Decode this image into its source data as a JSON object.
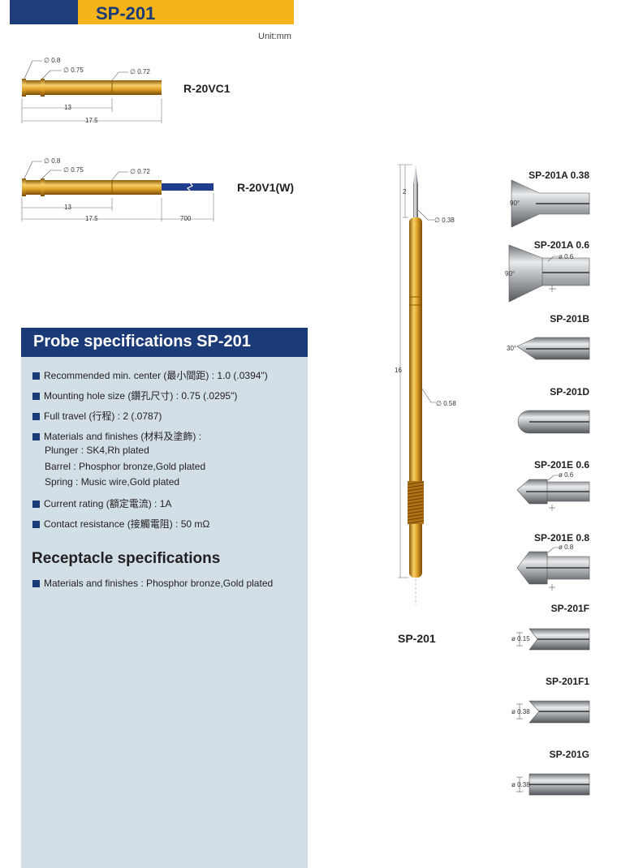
{
  "header": {
    "title": "SP-201",
    "unit": "Unit:mm"
  },
  "receptacles": [
    {
      "name": "R-20VC1",
      "d1": "∅ 0.8",
      "d2": "∅ 0.75",
      "d3": "∅ 0.72",
      "len1": "13",
      "len2": "17.5"
    },
    {
      "name": "R-20V1(W)",
      "d1": "∅ 0.8",
      "d2": "∅ 0.75",
      "d3": "∅ 0.72",
      "len1": "13",
      "len2": "17.5",
      "len3": "700"
    }
  ],
  "probe": {
    "name": "SP-201",
    "travel": "2",
    "tip_dia": "∅ 0.38",
    "length": "16",
    "barrel_dia": "∅ 0.58"
  },
  "specs": {
    "title": "Probe specifications SP-201",
    "items": [
      "Recommended min. center (最小間距) : 1.0 (.0394\")",
      "Mounting hole size (鑽孔尺寸) : 0.75 (.0295\")",
      "Full travel (行程) : 2 (.0787)",
      "Materials and finishes (材料及塗飾) :",
      "Current rating (額定電流) : 1A",
      "Contact resistance (接觸電阻) : 50 mΩ"
    ],
    "materials": [
      "Plunger : SK4,Rh plated",
      "Barrel : Phosphor bronze,Gold plated",
      "Spring : Music wire,Gold plated"
    ],
    "receptacle_title": "Receptacle specifications",
    "receptacle_item": "Materials and finishes : Phosphor bronze,Gold plated"
  },
  "tips": [
    {
      "name": "SP-201A 0.38",
      "note": "90°"
    },
    {
      "name": "SP-201A 0.6",
      "note": "90°",
      "dia": "ø 0.6"
    },
    {
      "name": "SP-201B",
      "note": "30°"
    },
    {
      "name": "SP-201D"
    },
    {
      "name": "SP-201E 0.6",
      "dia": "ø 0.6"
    },
    {
      "name": "SP-201E 0.8",
      "dia": "ø 0.8"
    },
    {
      "name": "SP-201F",
      "dia": "ø 0.15"
    },
    {
      "name": "SP-201F1",
      "dia": "ø 0.38"
    },
    {
      "name": "SP-201G",
      "dia": "ø 0.38"
    }
  ],
  "colors": {
    "gold": "#e0a526",
    "navy": "#1b3a78",
    "steel": "#b9bcbf",
    "panel": "#d3dfe6"
  }
}
